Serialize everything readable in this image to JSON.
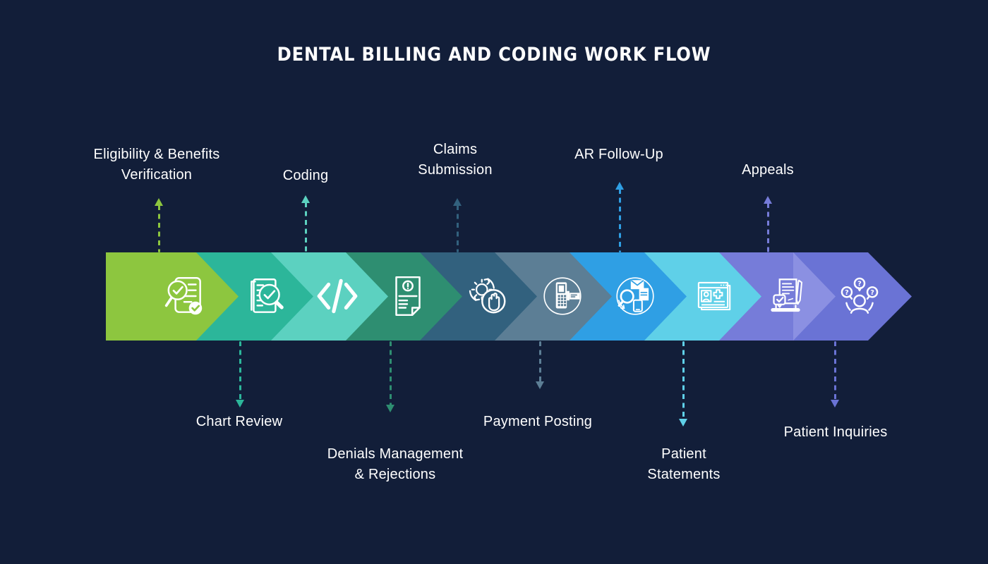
{
  "title": "DENTAL BILLING AND CODING WORK FLOW",
  "colors": {
    "background": "#121e39",
    "text": "#ffffff"
  },
  "steps": [
    {
      "id": "eligibility-benefits-verification",
      "label": "Eligibility & Benefits\nVerification",
      "position": "above",
      "color": "#8dc63f",
      "icon": "search-checklist-icon"
    },
    {
      "id": "chart-review",
      "label": "Chart Review",
      "position": "below",
      "color": "#2cb69a",
      "icon": "document-magnifier-check-icon"
    },
    {
      "id": "coding",
      "label": "Coding",
      "position": "above",
      "color": "#5cd1c0",
      "icon": "code-brackets-icon"
    },
    {
      "id": "denials-management-rejections",
      "label": "Denials Management\n& Rejections",
      "position": "below",
      "color": "#2e8e71",
      "icon": "document-alert-icon"
    },
    {
      "id": "claims-submission",
      "label": "Claims\nSubmission",
      "position": "above",
      "color": "#32617e",
      "icon": "gear-stop-hand-icon"
    },
    {
      "id": "payment-posting",
      "label": "Payment Posting",
      "position": "below",
      "color": "#5c7e95",
      "icon": "payment-terminal-icon"
    },
    {
      "id": "ar-follow-up",
      "label": "AR Follow-Up",
      "position": "above",
      "color": "#2f9fe4",
      "icon": "search-mail-phone-icon"
    },
    {
      "id": "patient-statements",
      "label": "Patient\nStatements",
      "position": "below",
      "color": "#5fd0e8",
      "icon": "patient-record-card-icon"
    },
    {
      "id": "appeals",
      "label": "Appeals",
      "position": "above",
      "color": "#767cd9",
      "tip_color": "#8b90e2",
      "icon": "laptop-document-pen-icon"
    },
    {
      "id": "patient-inquiries",
      "label": "Patient Inquiries",
      "position": "below",
      "color": "#6a73d5",
      "icon": "person-question-bubbles-icon"
    }
  ]
}
